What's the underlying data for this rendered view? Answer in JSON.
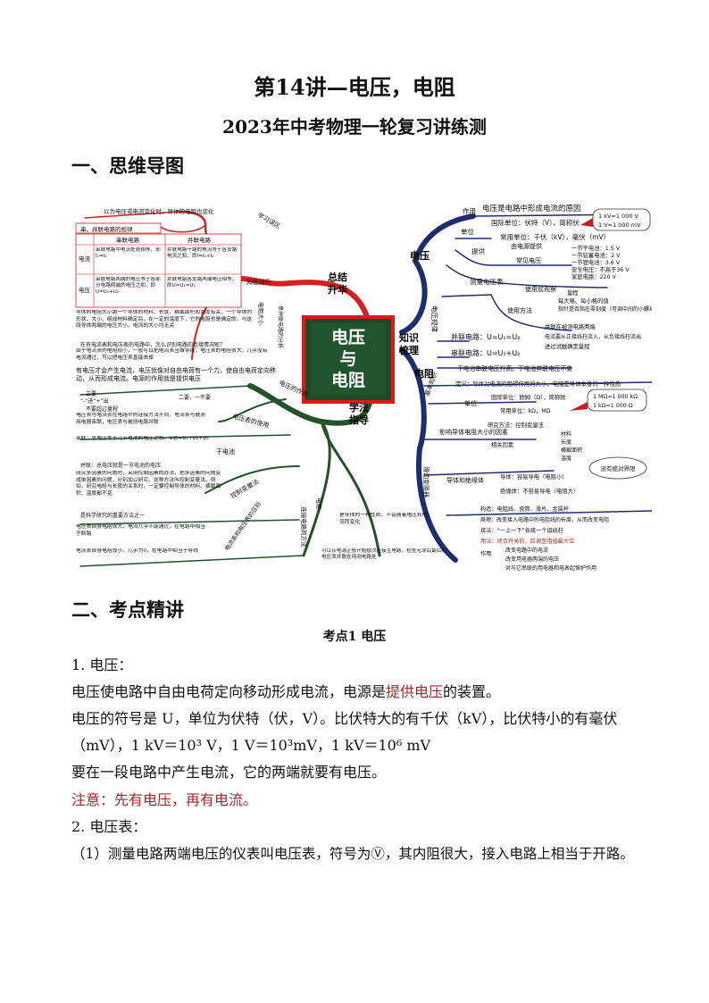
{
  "title": "第14讲—电压，电阻",
  "subtitle": "2023年中考物理一轮复习讲练测",
  "section1": "一、思维导图",
  "section2": "二、考点精讲",
  "mindmap": {
    "center": [
      "电压",
      "与",
      "电阻"
    ],
    "hubs": {
      "zongjie": [
        "总结",
        "升华"
      ],
      "zhishi": [
        "知识",
        "梳理"
      ],
      "xuefa": [
        "学法",
        "指导"
      ],
      "dianya": "电压",
      "dianzu": "电阻"
    },
    "right_top": {
      "zuoyong": "作用",
      "zuoyong_text": "电压是电路中形成电流的原因",
      "danwei": "单位",
      "guoji": "国际单位：伏特（V），简称伏",
      "changyong": "常用单位：千伏（kV），毫伏（mV）",
      "conv1": "1 kV=1 000 V",
      "conv2": "1 V=1 000 mV",
      "tigong": "提供",
      "dianyuan": "由电源提供",
      "changjian": "常见电压",
      "v1": "一节干电池：1.5 V",
      "v2": "一节铅蓄电池：2 V",
      "v3": "一节锂电池：3.6 V",
      "v4": "安全电压：不高于36 V",
      "v5": "家庭电路：220 V",
      "celiang": "测量电压表",
      "shiyong": "使用前观察",
      "liangcheng": "量程",
      "fendu": "每大格、每小格的值",
      "zhizhen": "指针是否指在零刻度（可调中间的小螺丝）",
      "shiyongfangfa": "使用方法",
      "binglian": "并联在被测电路两端",
      "zhengjin": "电流要从正接线柱流入，从负接线柱流出",
      "shichu": "进过试触确定量程",
      "guilv": "电压规律",
      "bing": "并联电路：U=U₁=U₂",
      "chuan": "串联电路：U=U₁+U₂",
      "ganxian": "干电池串联电压升高，干电池并联电压不变"
    },
    "right_bottom": {
      "jiben": "基本知识",
      "dingyi": "定义：导体对电流的阻碍作用的大小，电阻是导体本身的一种性质",
      "danwei": "单位",
      "guoji": "国际单位：欧姆（Ω），简称欧",
      "changyong": "常用单位：kΩ，MΩ",
      "conv1": "1 MΩ=1 000 kΩ",
      "conv2": "1 kΩ=1 000 Ω",
      "yingxiang": "影响导体电阻大小的因素",
      "fangfa": "研究方法：控制变量法",
      "xiangguan": "相关因素",
      "f1": "材料",
      "f2": "长度",
      "f3": "横截面积",
      "f4": "温度",
      "jueyuan": "导体和绝缘体",
      "daoti": "导体：容易导电（电阻小）",
      "jueyuanti": "绝缘体：不容易导电（电阻大）",
      "bubble": "没有绝对界限",
      "huadong": "滑动变阻器",
      "gouzao": "构造：电阻线、瓷筒、滑片、金属杆",
      "yuanli": "原理：改变接入电路中的电阻线的长度，从而改变电阻",
      "jiefa": "接法：“一上一下”各接一个接线柱",
      "yongfa": "用法：闭合开关前，应调至阻值最大位",
      "zy": "作用",
      "zy1": "改变电路中的电流",
      "zy2": "改变用电器两端的电压",
      "zy3": "对与它串联的用电器和电表起保护作用"
    },
    "left_top": {
      "tixing": "以为电压或电流变化时，导体的电阻也变化",
      "xuexi": "学习误区",
      "table_title": "串、并联电路的规律",
      "table_head": [
        "",
        "串联电路",
        "并联电路"
      ],
      "row1_label": "电流",
      "row1_c1": "串联电路中电流处处相等，即I₁=I₂",
      "row1_c2": "并联电路干路的电流等于各支路电流之和，即I=I₁+I₂",
      "row2_label": "电压",
      "row2_c1": "串联电路两端的电压等于各部分电路两端的电压之和，即U=U₁+U₂",
      "row2_c2": "并联电路各支路两端电压相等，即U=U₁=U₂",
      "tisheng": "知能提升",
      "dianzudaxiao": "电阻大小",
      "daxiao_text": "导体的电阻大小跟一个导体的材料、长度、横截面积和温度有关，一个导体的形状、大小、组成材料确定后，在一定的温度下，它的电阻也是确定的，与这段导体两端的电压大小、电流的大小均无关",
      "fenxi": "串并联电路的分析",
      "fenxi_text1": "在有电流表和电压表的电路中，怎么识别电路的连接情况呢？",
      "fenxi_text2": "由于电流表的电阻很小，一般可以把电流表当做导线；电压表的电阻很大，几乎没有电流通过，可以把电压表直接去掉"
    },
    "left_bottom": {
      "zuoyong": "电压的作用",
      "zuoyong_text": "有电压才会产生电流，电压就像对自由电荷有一个力，使自由电荷定向移动，从而形成电流。电源的作用就是提供电压",
      "shiyong": "电压表的使用",
      "s1": "三要",
      "s2": "“-”进“+”出",
      "s3": "二要、一不要",
      "s4": "不要超过量程",
      "s5": "电压表与电流表在电路中的连接方法不同，电流表与被测用电器串联，电压表与被测电路并联",
      "ganchi": "干电池",
      "g1": "串联：总电压等于几节电池的电压之和。U总=U₁+U₂+U₃",
      "g2": "并联：总电压就是一节电池的电压",
      "kongzhi": "控制变量法",
      "k1": "研究多因素的问题时，采用控制因素的办法，把多因素的问题变成单因素的问题，分别加以研究，这种方法叫控制变量法。例如，研究电阻与长度的关系时，一定要控制导体的材料、横截面积、温度都不变",
      "k2": "是科学研究的重要方法之一",
      "qubie": "电流表和电压表的区别",
      "q1": "电压表自身电阻很大，电流几乎不能通过，在电路中相当于断路",
      "q2": "电流表自身电阻很小，几乎为0，在电路中相当于导线",
      "dianzu": "电阻",
      "dz1": "是导体的一种性质，不会随着电压和电流而变化",
      "lianjie": "连接电路的方法",
      "lj1": "可以从电源正极开始顺次连接主电路，检查无误后最后把电压表并联在待测电路处"
    }
  },
  "kaodian": "考点1  电压",
  "p1": "1. 电压：",
  "p2_a": "电压使电路中自由电荷定向移动形成电流，电源是",
  "p2_red": "提供电压",
  "p2_b": "的装置。",
  "p3": "电压的符号是 U，单位为伏特（伏，V）。比伏特大的有千伏（kV），比伏特小的有毫伏",
  "p4": "（mV），1 kV＝10³ V，1 V＝10³mV，1 kV＝10⁶ mV",
  "p5": "要在一段电路中产生电流，它的两端就要有电压。",
  "p6": "注意：先有电压，再有电流。",
  "p7": "2. 电压表：",
  "p8": "（1）测量电路两端电压的仪表叫电压表，符号为Ⓥ，其内阻很大，接入电路上相当于开路。"
}
